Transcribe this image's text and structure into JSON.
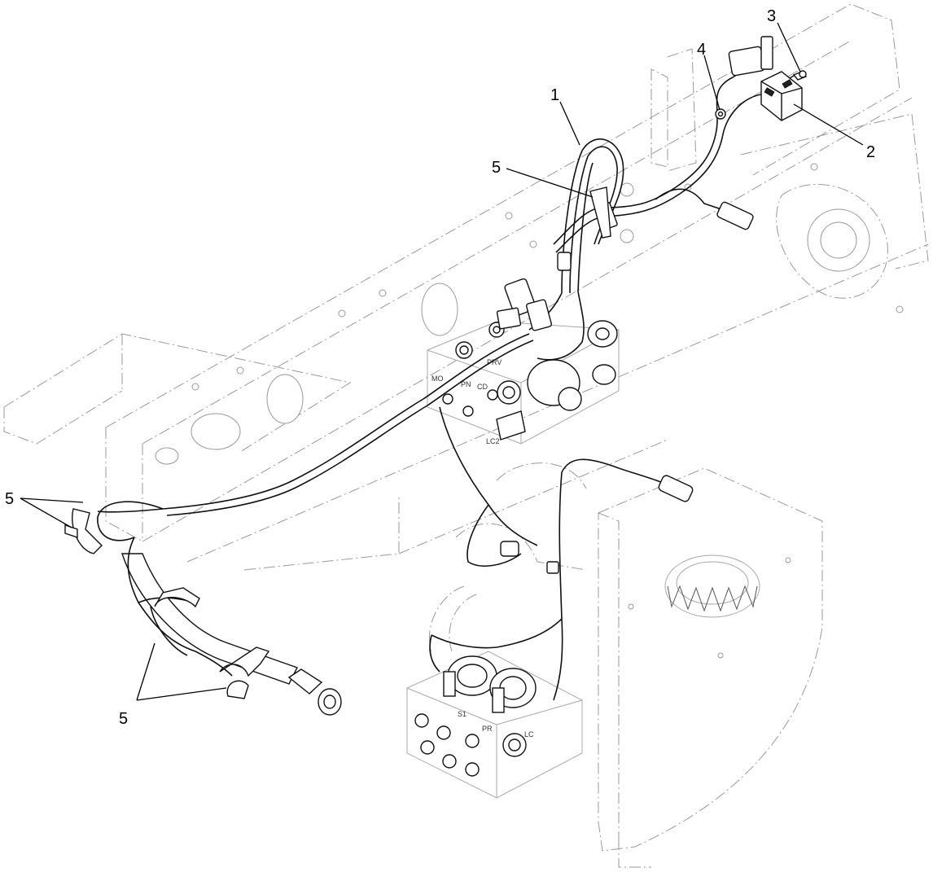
{
  "diagram": {
    "callouts": [
      {
        "id": "c1",
        "text": "1"
      },
      {
        "id": "c2",
        "text": "2"
      },
      {
        "id": "c3",
        "text": "3"
      },
      {
        "id": "c4",
        "text": "4"
      },
      {
        "id": "c5a",
        "text": "5"
      },
      {
        "id": "c5b",
        "text": "5"
      },
      {
        "id": "c5c",
        "text": "5"
      }
    ],
    "valve_stamps": {
      "mo": "MO",
      "prv": "PRV",
      "cd": "CD",
      "lc2": "LC2",
      "pn": "PN",
      "pr": "PR",
      "s1": "S1",
      "lc": "LC"
    }
  }
}
